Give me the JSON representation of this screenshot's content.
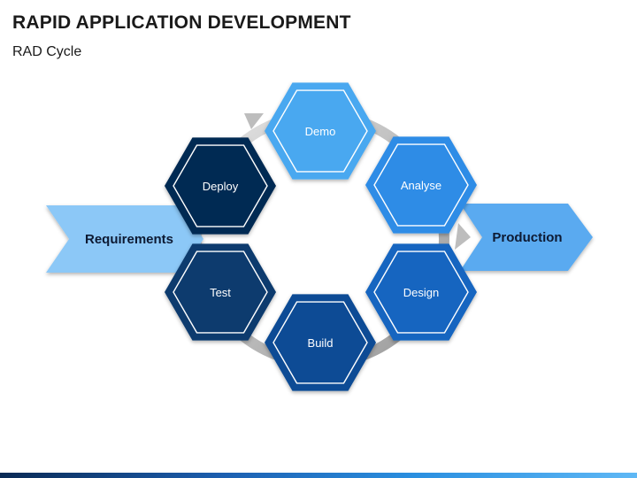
{
  "header": {
    "title": "RAPID APPLICATION DEVELOPMENT",
    "subtitle": "RAD Cycle"
  },
  "arrows": {
    "input": {
      "label": "Requirements",
      "color": "#8cc8f7"
    },
    "output": {
      "label": "Production",
      "color": "#5aaaf0"
    }
  },
  "stages": [
    {
      "key": "demo",
      "label": "Demo",
      "color": "#4aa8f0",
      "text_color": "#ffffff"
    },
    {
      "key": "analyse",
      "label": "Analyse",
      "color": "#2e8ce6",
      "text_color": "#ffffff"
    },
    {
      "key": "design",
      "label": "Design",
      "color": "#1565c0",
      "text_color": "#ffffff"
    },
    {
      "key": "build",
      "label": "Build",
      "color": "#0d4c95",
      "text_color": "#ffffff"
    },
    {
      "key": "test",
      "label": "Test",
      "color": "#0b3a6e",
      "text_color": "#ffffff"
    },
    {
      "key": "deploy",
      "label": "Deploy",
      "color": "#062a52",
      "text_color": "#ffffff"
    }
  ]
}
